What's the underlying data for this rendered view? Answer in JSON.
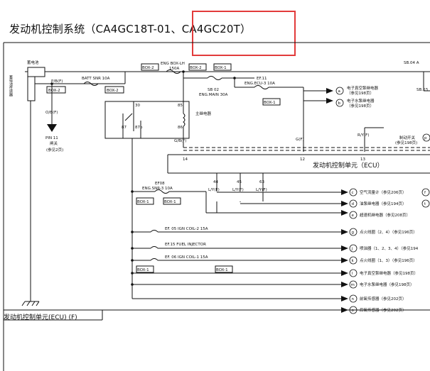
{
  "title": "发动机控制系统（CA4GC18T-01、CA4GC20T）",
  "labels": {
    "battery": "蓄电池",
    "sensor_vertical": "蓄电池传感器",
    "p_b": "P/B(F)",
    "batt_snr": "BATT SNR 10A",
    "eng_box_lh": "ENG BOX-LH",
    "a150": "150A",
    "sb02": "SB 02",
    "eng_main": "ENG.MAIN 30A",
    "ef11": "EF.11",
    "eng_ecu3": "ENG.ECU-3 10A",
    "sb04": "SB.04 A",
    "sb03": "SB.03",
    "main_relay": "主继电器",
    "pin30": "30",
    "pin85": "85",
    "pin87": "87",
    "pin87b": "87b",
    "pin86": "86",
    "ob": "O/B(F)",
    "pin11": "PIN 11",
    "switch_label": "闸关",
    "ref2": "(参见2页)",
    "gbf": "G/B(F)",
    "gf": "G(F)",
    "ryf": "R/Y(F)",
    "brake_switch": "制动开关",
    "brake_ref": "(参见198页)",
    "p_circle": "p",
    "n14": "14",
    "n12": "12",
    "n13": "13",
    "ecu": "发动机控制单元（ECU）",
    "n44": "44",
    "n45": "45",
    "n63": "63",
    "lyf": "L/Y(F)",
    "ef08a": "EF08",
    "eng_snr3": "ENG.SNR-3 10A",
    "ef05": "EF. 05  IGN COIL-2  15A",
    "ef15": "EF.15  FUEL INJECTOR",
    "ef06": "EF. 06  IGN COIL-1  15A",
    "footer": "发动机控制单元(ECU) (F)"
  },
  "box_tags": [
    {
      "id": "b1",
      "text": "BOX-2"
    },
    {
      "id": "b2",
      "text": "BOX-2"
    },
    {
      "id": "b3",
      "text": "BOX-2"
    },
    {
      "id": "b4",
      "text": "BOX-1"
    },
    {
      "id": "b5",
      "text": "BOX-2"
    },
    {
      "id": "b6",
      "text": "BOX-1"
    },
    {
      "id": "b7",
      "text": "BOX-1"
    },
    {
      "id": "b8",
      "text": "BOX-1"
    },
    {
      "id": "b9",
      "text": "BOX-1"
    },
    {
      "id": "b10",
      "text": "BOX-1"
    }
  ],
  "outputs_top": [
    {
      "letter": "a",
      "text": "电子真空泵继电器",
      "ref": "（参见198页）"
    },
    {
      "letter": "b",
      "text": "电子水泵继电器",
      "ref": "（参见198页）"
    }
  ],
  "outputs": [
    {
      "letter": "c",
      "text": "空气流量计（参见206页）",
      "tail": "f"
    },
    {
      "letter": "d",
      "text": "油泵继电器（参见194页）",
      "tail": "t"
    },
    {
      "letter": "e",
      "text": "超速机继电器（参见208页）",
      "tail": ""
    },
    {
      "letter": "g",
      "text": "点火线圈（2、4）（参见196页）",
      "tail": ""
    },
    {
      "letter": "j",
      "text": "喷油器（1、2、3、4）（参见194",
      "tail": ""
    },
    {
      "letter": "k",
      "text": "点火线圈（1、3）（参见196页）",
      "tail": ""
    },
    {
      "letter": "l",
      "text": "电子真空泵继电器（参见198页）",
      "tail": ""
    },
    {
      "letter": "m",
      "text": "电子水泵继电器（参见198页）",
      "tail": ""
    },
    {
      "letter": "n",
      "text": "前氧传感器（参见202页）",
      "tail": ""
    },
    {
      "letter": "o",
      "text": "后氧传感器（参见202页）",
      "tail": ""
    }
  ]
}
